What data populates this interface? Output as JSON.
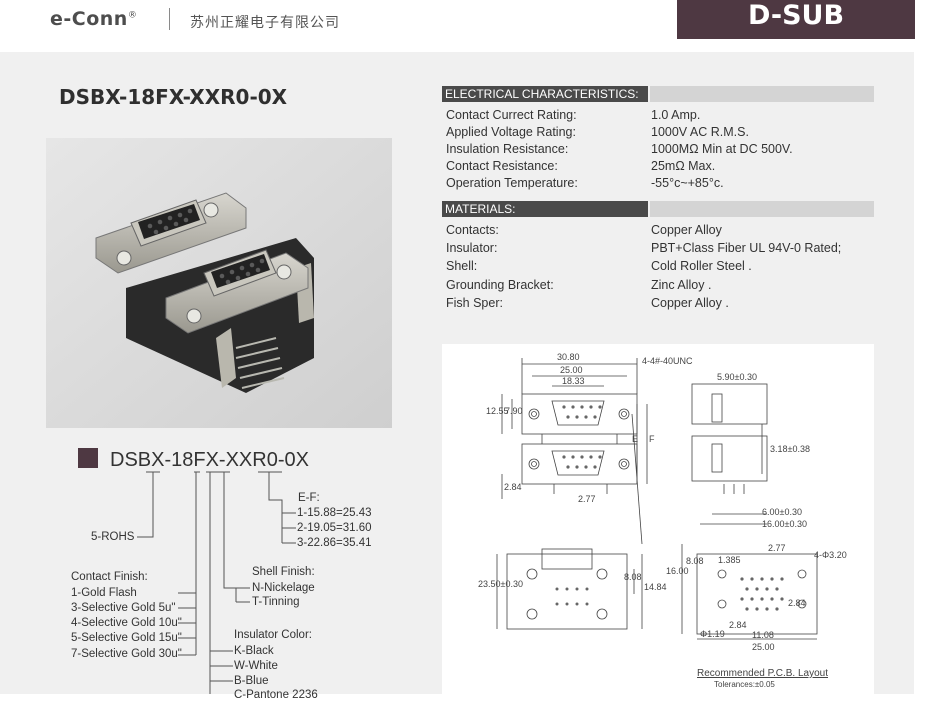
{
  "header": {
    "logo": "e-Conn",
    "logo_mark": "®",
    "company": "苏州正耀电子有限公司",
    "category_badge": "D-SUB"
  },
  "product": {
    "part_number": "DSBX-18FX-XXR0-0X"
  },
  "electrical": {
    "heading": "ELECTRICAL CHARACTERISTICS:",
    "rows": [
      {
        "label": "Contact Currect Rating:",
        "value": "1.0 Amp."
      },
      {
        "label": "Applied Voltage Rating:",
        "value": "1000V AC R.M.S."
      },
      {
        "label": "Insulation Resistance:",
        "value": "1000MΩ Min at DC 500V."
      },
      {
        "label": "Contact Resistance:",
        "value": "25mΩ Max."
      },
      {
        "label": "Operation Temperature:",
        "value": "-55°c~+85°c."
      }
    ]
  },
  "materials": {
    "heading": "MATERIALS:",
    "rows": [
      {
        "label": "Contacts:",
        "value": "Copper Alloy"
      },
      {
        "label": "Insulator:",
        "value": "PBT+Class Fiber UL 94V-0 Rated;"
      },
      {
        "label": "Shell:",
        "value": "Cold Roller Steel ."
      },
      {
        "label": "Grounding Bracket:",
        "value": "Zinc Alloy ."
      },
      {
        "label": "Fish Sper:",
        "value": "Copper Alloy ."
      }
    ]
  },
  "ordering": {
    "code": "DSBX-18FX-XXR0-0X",
    "rohs": "5-ROHS",
    "ef_title": "E-F:",
    "ef_options": [
      "1-15.88=25.43",
      "2-19.05=31.60",
      "3-22.86=35.41"
    ],
    "shell_title": "Shell Finish:",
    "shell_options": [
      "N-Nickelage",
      "T-Tinning"
    ],
    "contact_title": "Contact Finish:",
    "contact_options": [
      "1-Gold Flash",
      "3-Selective Gold 5u\"",
      "4-Selective Gold 10u\"",
      "5-Selective Gold 15u\"",
      "7-Selective Gold 30u\""
    ],
    "insulator_title": "Insulator Color:",
    "insulator_options": [
      "K-Black",
      "W-White",
      "B-Blue",
      "C-Pantone 2236"
    ]
  },
  "drawing": {
    "dims": {
      "d1": "30.80",
      "d2": "25.00",
      "d3": "18.33",
      "d4": "4-4#-40UNC",
      "d5": "12.55",
      "d6": "7.90",
      "d7": "2.84",
      "d8": "2.77",
      "d9": "E",
      "d10": "F",
      "d11": "5.90±0.30",
      "d12": "3.18±0.38",
      "d13": "6.00±0.30",
      "d14": "16.00±0.30",
      "d15": "23.50±0.30",
      "d16": "8.08",
      "d17": "14.84",
      "d18": "16.00",
      "d19": "8.08",
      "d20": "1.385",
      "d21": "2.77",
      "d22": "4-Φ3.20",
      "d23": "Φ1.19",
      "d24": "2.84",
      "d25": "11.08",
      "d26": "25.00",
      "d27": "2.84"
    },
    "caption": "Recommended P.C.B. Layout",
    "tolerance": "Tolerances:±0.05"
  }
}
